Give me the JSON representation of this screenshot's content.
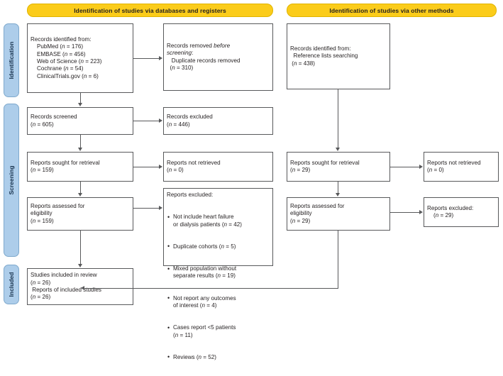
{
  "headers": {
    "databases": "Identification of studies via databases and registers",
    "other": "Identification of studies via other methods"
  },
  "rails": {
    "identification": "Identification",
    "screening": "Screening",
    "included": "Included"
  },
  "left_column": {
    "records_identified": "Records identified from:\n    PubMed (n = 176)\n    EMBASE (n = 456)\n    Web of Science (n = 223)\n    Cochrane (n = 54)\n    ClinicalTrials.gov (n = 6)",
    "records_removed": "Records removed before\nscreening:\n   Duplicate records removed\n  (n = 310)",
    "records_screened": "Records screened\n(n = 605)",
    "records_excluded": "Records excluded\n(n = 446)",
    "reports_sought": "Reports sought for retrieval\n(n = 159)",
    "reports_not_retrieved": "Reports not retrieved\n(n = 0)",
    "reports_assessed": "Reports assessed for\neligibility\n(n = 159)",
    "reports_excluded_title": "Reports excluded:",
    "reports_excluded_items": [
      "Not include heart failure\nor dialysis patients (n = 42)",
      "Duplicate cohorts (n = 5)",
      "Mixed population without\nseparate results (n = 19)",
      "Not report any outcomes\nof interest (n = 4)",
      "Cases report <5 patients\n(n = 11)",
      "Reviews (n = 52)"
    ],
    "studies_included": "Studies included in review\n(n = 26)\n Reports of included studies\n(n = 26)"
  },
  "right_column": {
    "records_identified": "Records identified from:\n  Reference lists searching\n (n = 438)",
    "reports_sought": "Reports sought for retrieval\n(n = 29)",
    "reports_not_retrieved": "Reports not retrieved\n(n = 0)",
    "reports_assessed": "Reports assessed for\neligibility\n(n = 29)",
    "reports_excluded": "Reports excluded:\n    (n = 29)"
  },
  "colors": {
    "banner": "#fbcc1a",
    "rail": "#adcdea",
    "box_border": "#58595b",
    "text": "#231f20"
  }
}
